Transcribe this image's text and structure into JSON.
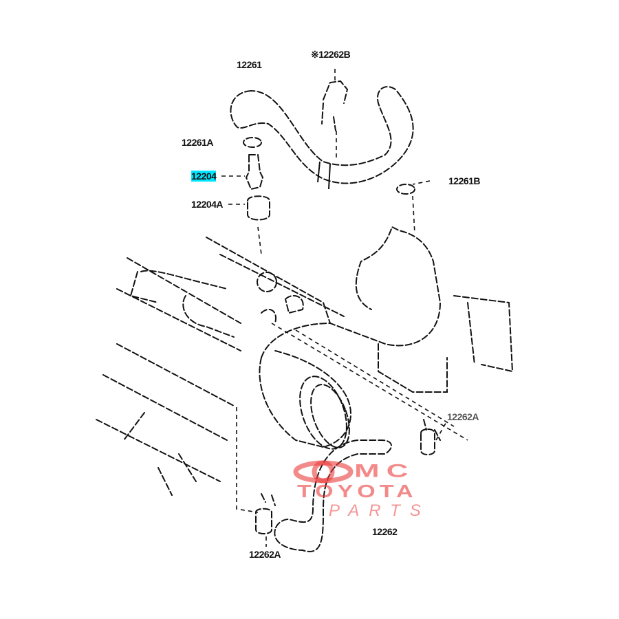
{
  "diagram": {
    "labels": {
      "hose_upper": "12261",
      "clamp_b": "※12262B",
      "clamp_upper_a": "12261A",
      "pcv_valve": "12204",
      "grommet": "12204A",
      "clamp_upper_b": "12261B",
      "clamp_lower_a_right": "12262A",
      "hose_lower": "12262",
      "clamp_lower_a_left": "12262A"
    },
    "highlighted_part": "12204",
    "highlight_color": "#00e5ff"
  },
  "watermark": {
    "line1": "MC",
    "line2": "TOYOTA",
    "line3": "PARTS",
    "color": "#eb3c3c"
  }
}
